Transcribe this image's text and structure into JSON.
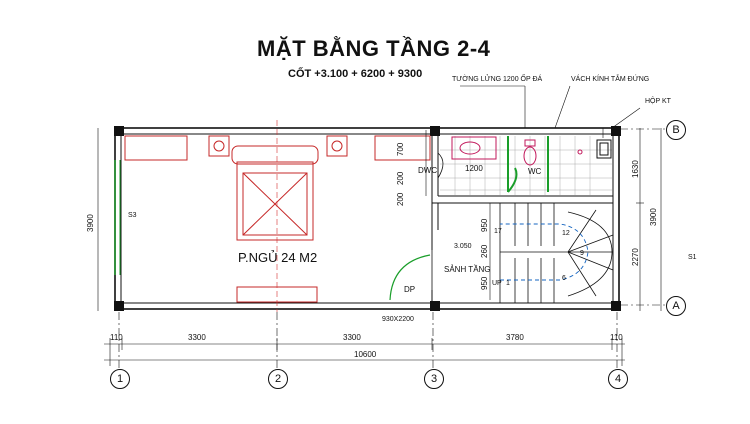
{
  "title": "MẶT BẰNG TẦNG 2-4",
  "subtitle": "CỐT +3.100 + 6200 + 9300",
  "annotations": {
    "stone_wall": "TƯỜNG LỬNG 1200 ỐP ĐÁ",
    "glass_partition": "VÁCH KÍNH TẮM ĐỨNG",
    "tech_box": "HỘP KT",
    "wc": "WC",
    "dwc": "DWC",
    "bedroom": "P.NGỦ 24 M2",
    "hall": "SẢNH TẦNG",
    "door_dp": "DP",
    "door_size": "930X2200",
    "elev": "3.050",
    "up": "UP",
    "s3": "S3",
    "s1": "S1",
    "tile_dim": "1200"
  },
  "dimensions": {
    "bottom_row1": [
      "110",
      "3300",
      "3300",
      "3780",
      "110"
    ],
    "bottom_total": "10600",
    "left": "3900",
    "right_segments": [
      "1630",
      "2270"
    ],
    "right_total": "3900",
    "bath_vertical": [
      "700",
      "200",
      "200"
    ],
    "stair_vertical": [
      "950",
      "260",
      "950"
    ]
  },
  "stair_steps": [
    "17",
    "12",
    "9",
    "6",
    "1"
  ],
  "grid_axes": {
    "columns": [
      "1",
      "2",
      "3",
      "4"
    ],
    "rows": [
      "A",
      "B"
    ]
  }
}
